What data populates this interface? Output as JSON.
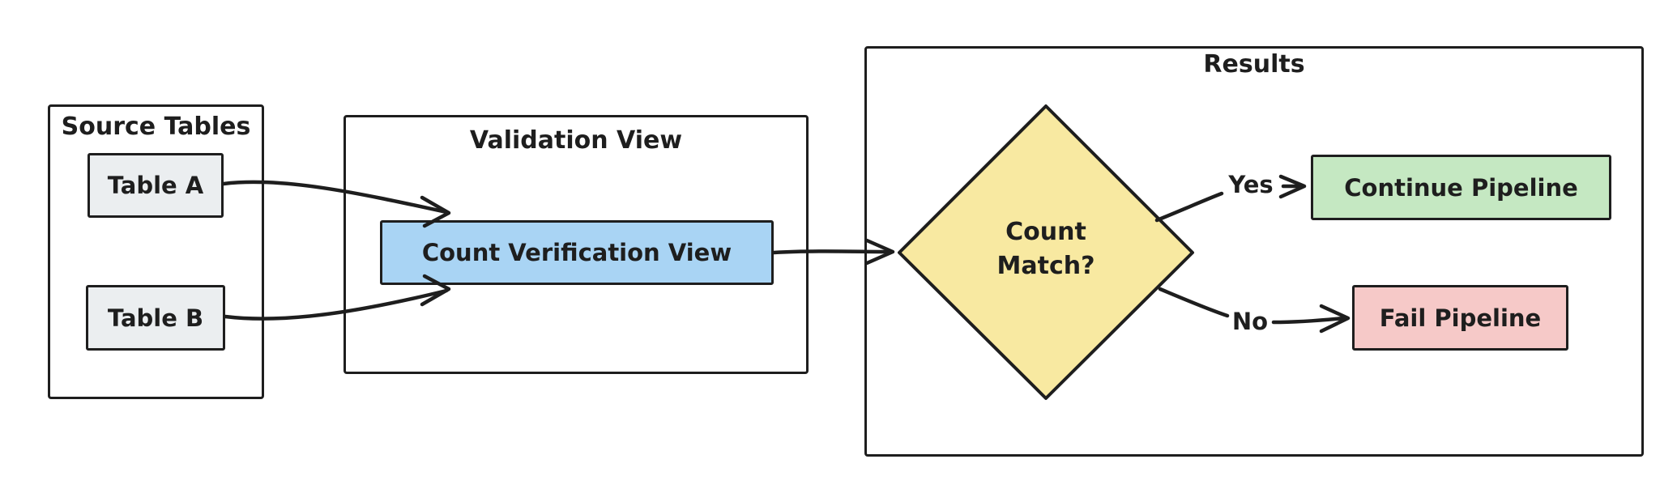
{
  "canvas": {
    "background": "#ffffff",
    "ink": "#1e1e1e"
  },
  "groups": {
    "source_tables": {
      "title": "Source Tables"
    },
    "validation_view": {
      "title": "Validation View"
    },
    "results": {
      "title": "Results"
    }
  },
  "nodes": {
    "table_a": {
      "label": "Table A",
      "fill": "#ebeef0"
    },
    "table_b": {
      "label": "Table B",
      "fill": "#ebeef0"
    },
    "count_verification_view": {
      "label": "Count Verification View",
      "fill": "#a9d4f4"
    },
    "count_match": {
      "lines": [
        "Count",
        "Match?"
      ],
      "fill": "#f8e9a1"
    },
    "continue_pipeline": {
      "label": "Continue Pipeline",
      "fill": "#c5e8c2"
    },
    "fail_pipeline": {
      "label": "Fail Pipeline",
      "fill": "#f6c9c8"
    }
  },
  "edge_labels": {
    "yes": "Yes",
    "no": "No"
  }
}
